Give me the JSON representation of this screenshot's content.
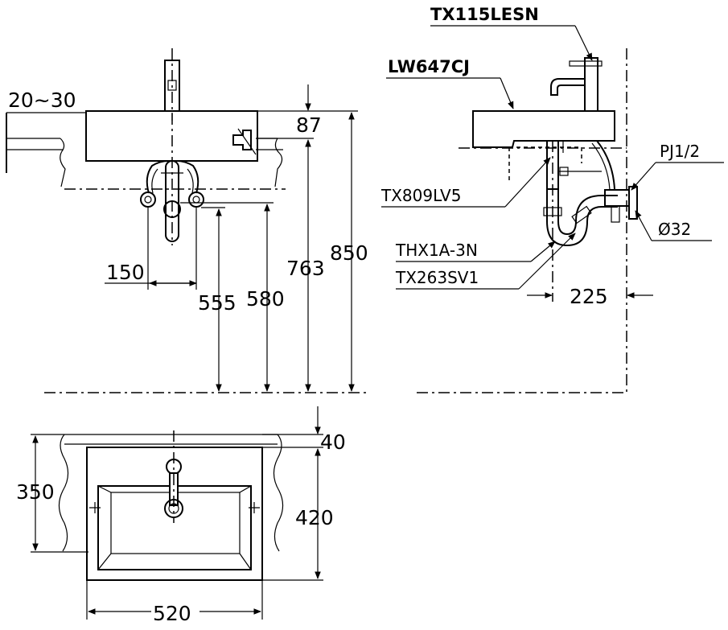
{
  "models": {
    "faucet": "TX115LESN",
    "basin": "LW647CJ",
    "drain": "TX809LV5",
    "trap": "THX1A-3N",
    "pipe": "TX263SV1",
    "supply_thread": "PJ1/2",
    "pipe_diameter": "Ø32"
  },
  "front_view": {
    "wall_gap": "20~30",
    "basin_height": "87",
    "supply_spacing": "150",
    "supply_height": "555",
    "drain_height": "580",
    "basin_bottom_height": "763",
    "basin_top_height": "850"
  },
  "side_view": {
    "drain_offset": "225"
  },
  "plan_view": {
    "back_margin": "40",
    "inner_depth": "350",
    "outer_depth": "420",
    "width": "520"
  }
}
